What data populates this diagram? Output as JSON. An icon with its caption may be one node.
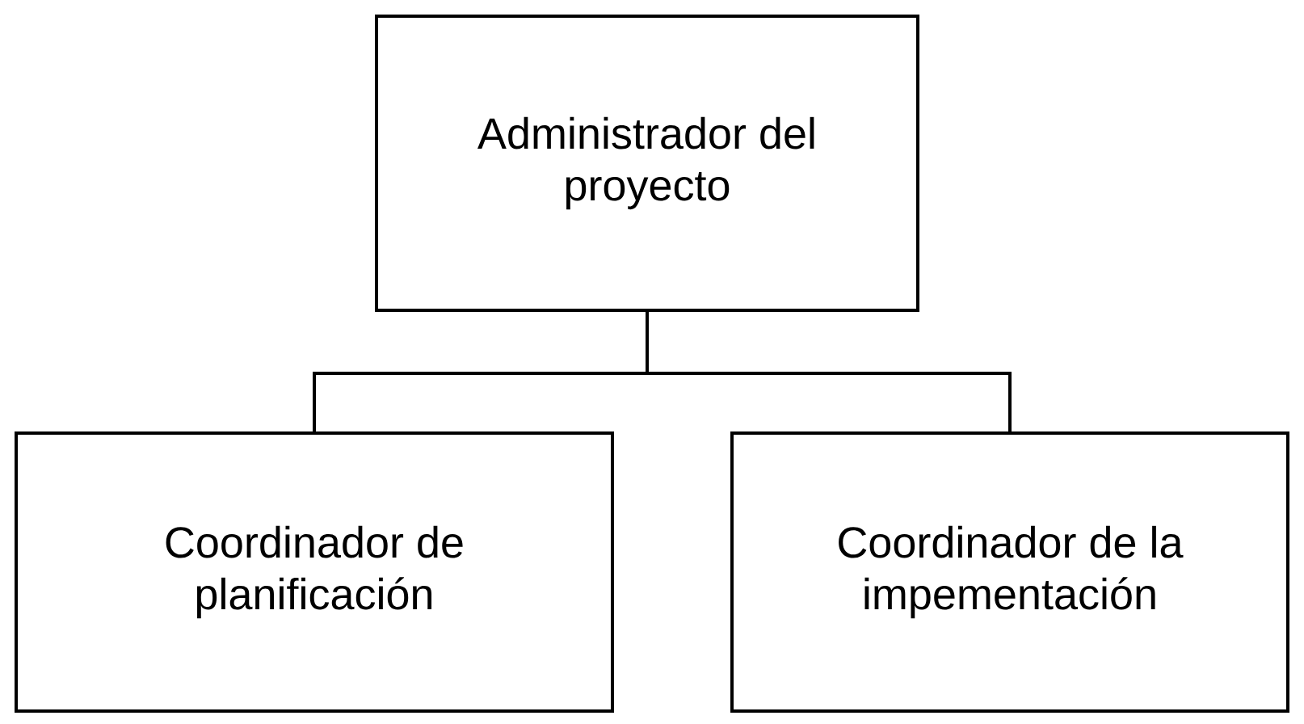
{
  "diagram": {
    "nodes": [
      {
        "text": [
          "Administrador del proyecto"
        ]
      },
      {
        "text": [
          "Coordinador de planificación"
        ]
      },
      {
        "text": [
          "Coordinador de la impementación"
        ]
      }
    ],
    "edges": [
      {
        "from": 0,
        "to": 1,
        "arrow": "none"
      },
      {
        "from": 0,
        "to": 2,
        "arrow": "none"
      }
    ]
  }
}
